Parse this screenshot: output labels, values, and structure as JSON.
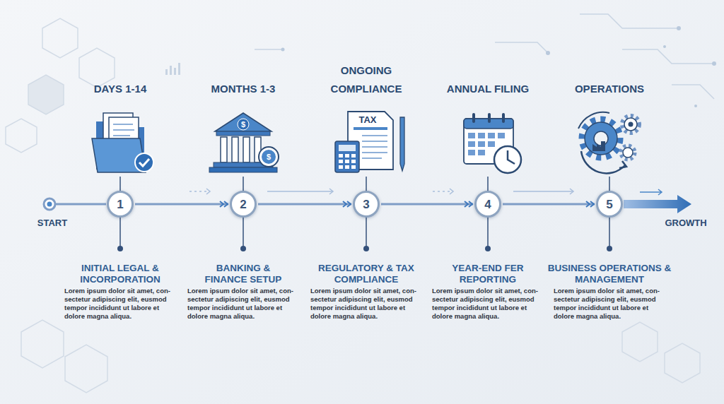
{
  "diagram": {
    "nodes": [
      {
        "text": [
          "1"
        ]
      },
      {
        "text": [
          "2"
        ]
      },
      {
        "text": [
          "3"
        ]
      },
      {
        "text": [
          "4"
        ]
      },
      {
        "text": [
          "5"
        ]
      }
    ],
    "edges": [
      {
        "from": 0,
        "to": 1,
        "arrow": "to"
      },
      {
        "from": 1,
        "to": 2,
        "arrow": "to"
      },
      {
        "from": 2,
        "to": 3,
        "arrow": "to"
      },
      {
        "from": 3,
        "to": 4,
        "arrow": "to"
      }
    ],
    "labels": [
      "DAYS 1-14",
      "MONTHS 1-3",
      "ONGOING COMPLIANCE",
      "ANNUAL FILING",
      "OPERATIONS",
      "$",
      "$",
      "TAX",
      "START",
      "GROWTH",
      "INITIAL LEGAL & INCORPORATION",
      "Lorem ipsum dolor sit amet, con- sectetur adipiscing elit, eusmod tempor incididunt ut labore et dolore magna aliqua.",
      "BANKING & FINANCE SETUP",
      "Lorem ipsum dolor sit amet, con- sectetur adipiscing elit, eusmod tempor incididunt ut labore et dolore magna aliqua.",
      "REGULATORY & TAX COMPLIANCE",
      "Lorem ipsum dolor sit amet, con- sectetur adipiscing elit, eusmod tempor incididunt ut labore et dolore magna aliqua.",
      "YEAR-END FER REPORTING",
      "Lorem ipsum dolor sit amet, con- sectetur adipiscing elit, eusmod tempor incididunt ut labore et dolore magna aliqua.",
      "BUSINESS OPERATIONS & MANAGEMENT",
      "Lorem ipsum dolor sit amet, con- sectetur adipiscing elit, eusmod tempor incididunt ut labore et dolore magna aliqua."
    ]
  }
}
